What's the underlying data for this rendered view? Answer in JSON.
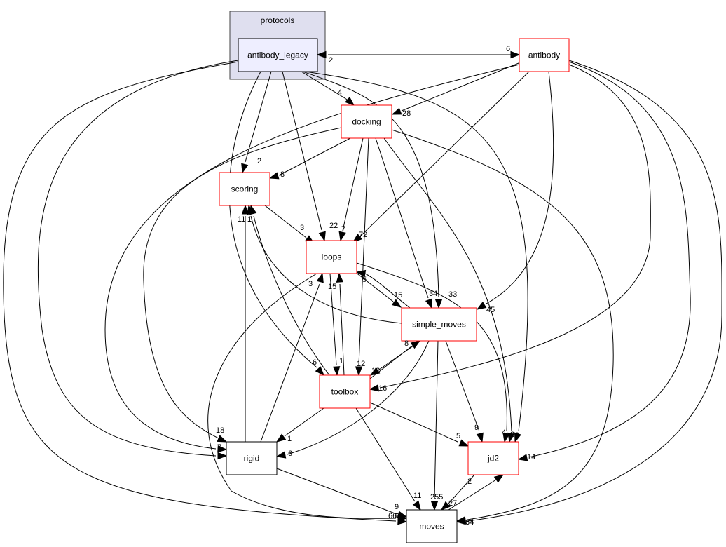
{
  "cluster": {
    "label": "protocols",
    "fill": "#dfdfef",
    "stroke": "#404040"
  },
  "colors": {
    "red_border": "#ff0000",
    "black_border": "#000000",
    "focus_fill": "#eeeeff"
  },
  "nodes": [
    {
      "id": "antibody_legacy",
      "label": "antibody_legacy",
      "style": "focus"
    },
    {
      "id": "antibody",
      "label": "antibody",
      "style": "red"
    },
    {
      "id": "docking",
      "label": "docking",
      "style": "red"
    },
    {
      "id": "scoring",
      "label": "scoring",
      "style": "red"
    },
    {
      "id": "loops",
      "label": "loops",
      "style": "red"
    },
    {
      "id": "simple_moves",
      "label": "simple_moves",
      "style": "red"
    },
    {
      "id": "toolbox",
      "label": "toolbox",
      "style": "red"
    },
    {
      "id": "rigid",
      "label": "rigid",
      "style": "black"
    },
    {
      "id": "jd2",
      "label": "jd2",
      "style": "red"
    },
    {
      "id": "moves",
      "label": "moves",
      "style": "black"
    }
  ],
  "edges": [
    {
      "from": "antibody",
      "to": "antibody_legacy",
      "label": "2"
    },
    {
      "from": "antibody_legacy",
      "to": "antibody",
      "label": "6"
    },
    {
      "from": "antibody_legacy",
      "to": "docking",
      "label": "4"
    },
    {
      "from": "antibody_legacy",
      "to": "scoring",
      "label": "2"
    },
    {
      "from": "antibody_legacy",
      "to": "loops",
      "label": "22"
    },
    {
      "from": "antibody_legacy",
      "to": "simple_moves",
      "label": "33"
    },
    {
      "from": "antibody_legacy",
      "to": "toolbox",
      "label": "6"
    },
    {
      "from": "antibody_legacy",
      "to": "rigid",
      "label": "6"
    },
    {
      "from": "antibody_legacy",
      "to": "jd2",
      "label": "9"
    },
    {
      "from": "antibody_legacy",
      "to": "moves",
      "label": "60"
    },
    {
      "from": "antibody",
      "to": "docking",
      "label": "28"
    },
    {
      "from": "antibody",
      "to": "loops",
      "label": "72"
    },
    {
      "from": "antibody",
      "to": "simple_moves",
      "label": "45"
    },
    {
      "from": "antibody",
      "to": "toolbox",
      "label": "16"
    },
    {
      "from": "antibody",
      "to": "rigid",
      "label": "7"
    },
    {
      "from": "antibody",
      "to": "jd2",
      "label": "14"
    },
    {
      "from": "antibody",
      "to": "moves",
      "label": "84"
    },
    {
      "from": "docking",
      "to": "scoring",
      "label": "8"
    },
    {
      "from": "docking",
      "to": "loops",
      "label": "7"
    },
    {
      "from": "docking",
      "to": "simple_moves",
      "label": "34"
    },
    {
      "from": "docking",
      "to": "toolbox",
      "label": "12"
    },
    {
      "from": "docking",
      "to": "rigid",
      "label": "18"
    },
    {
      "from": "docking",
      "to": "jd2",
      "label": "2"
    },
    {
      "from": "docking",
      "to": "moves",
      "label": "64"
    },
    {
      "from": "scoring",
      "to": "loops",
      "label": "3"
    },
    {
      "from": "loops",
      "to": "simple_moves",
      "label": "15"
    },
    {
      "from": "loops",
      "to": "toolbox",
      "label": "1"
    },
    {
      "from": "loops",
      "to": "jd2",
      "label": "4"
    },
    {
      "from": "loops",
      "to": "moves",
      "label": "66"
    },
    {
      "from": "simple_moves",
      "to": "loops",
      "label": "5"
    },
    {
      "from": "simple_moves",
      "to": "scoring",
      "label": "1"
    },
    {
      "from": "simple_moves",
      "to": "toolbox",
      "label": "12"
    },
    {
      "from": "simple_moves",
      "to": "rigid",
      "label": "6"
    },
    {
      "from": "simple_moves",
      "to": "jd2",
      "label": "9"
    },
    {
      "from": "simple_moves",
      "to": "moves",
      "label": "255"
    },
    {
      "from": "toolbox",
      "to": "simple_moves",
      "label": "8"
    },
    {
      "from": "toolbox",
      "to": "loops",
      "label": "15"
    },
    {
      "from": "toolbox",
      "to": "scoring",
      "label": "1"
    },
    {
      "from": "toolbox",
      "to": "rigid",
      "label": "1"
    },
    {
      "from": "toolbox",
      "to": "jd2",
      "label": "5"
    },
    {
      "from": "toolbox",
      "to": "moves",
      "label": "11"
    },
    {
      "from": "rigid",
      "to": "scoring",
      "label": "11"
    },
    {
      "from": "rigid",
      "to": "loops",
      "label": "3"
    },
    {
      "from": "rigid",
      "to": "moves",
      "label": "9"
    },
    {
      "from": "jd2",
      "to": "moves",
      "label": "27"
    },
    {
      "from": "moves",
      "to": "jd2",
      "label": "2"
    }
  ]
}
